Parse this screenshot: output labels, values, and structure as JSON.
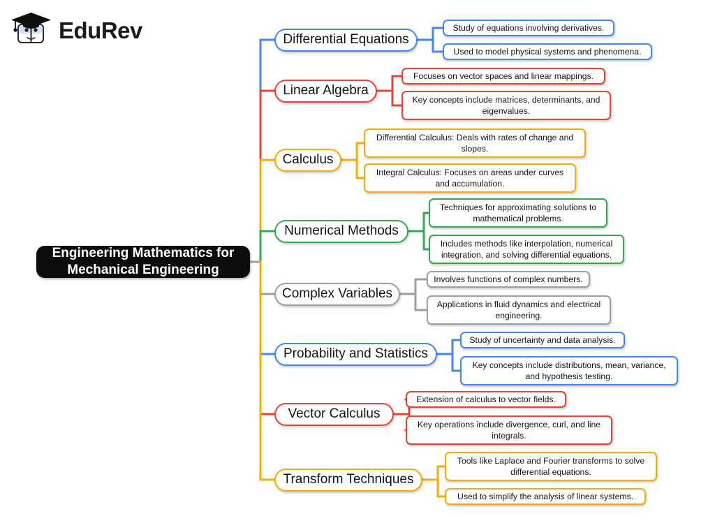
{
  "logo": {
    "text": "EduRev",
    "mark_icon": "graduation-cap-book-icon"
  },
  "colors": {
    "blue": "#4285F4",
    "red": "#EA4335",
    "amber": "#F9AB00",
    "green": "#34A853",
    "gray": "#9AA0A6",
    "root_background": "#0D0D0D",
    "root_text": "#FFFFFF",
    "node_background": "#FFFFFF",
    "node_text": "#141414",
    "page_background": "#FFFFFF"
  },
  "mindmap": {
    "root": {
      "label": "Engineering Mathematics for Mechanical Engineering"
    },
    "branches": [
      {
        "label": "Differential Equations",
        "color": "#4285F4",
        "color_name": "blue",
        "leaves": [
          {
            "text": "Study of equations involving derivatives."
          },
          {
            "text": "Used to model physical systems and phenomena."
          }
        ]
      },
      {
        "label": "Linear Algebra",
        "color": "#EA4335",
        "color_name": "red",
        "leaves": [
          {
            "text": "Focuses on vector spaces and linear mappings."
          },
          {
            "text": "Key concepts include matrices, determinants, and eigenvalues."
          }
        ]
      },
      {
        "label": "Calculus",
        "color": "#F9AB00",
        "color_name": "amber",
        "leaves": [
          {
            "text": "Differential Calculus: Deals with rates of change and slopes."
          },
          {
            "text": "Integral Calculus: Focuses on areas under curves and accumulation."
          }
        ]
      },
      {
        "label": "Numerical Methods",
        "color": "#34A853",
        "color_name": "green",
        "leaves": [
          {
            "text": "Techniques for approximating solutions to mathematical problems."
          },
          {
            "text": "Includes methods like interpolation, numerical integration, and solving differential equations."
          }
        ]
      },
      {
        "label": "Complex Variables",
        "color": "#9AA0A6",
        "color_name": "gray",
        "leaves": [
          {
            "text": "Involves functions of complex numbers."
          },
          {
            "text": "Applications in fluid dynamics and electrical engineering."
          }
        ]
      },
      {
        "label": "Probability and Statistics",
        "color": "#4285F4",
        "color_name": "blue",
        "leaves": [
          {
            "text": "Study of uncertainty and data analysis."
          },
          {
            "text": "Key concepts include distributions, mean, variance, and hypothesis testing."
          }
        ]
      },
      {
        "label": "Vector Calculus",
        "color": "#EA4335",
        "color_name": "red",
        "leaves": [
          {
            "text": "Extension of calculus to vector fields."
          },
          {
            "text": "Key operations include divergence, curl, and line integrals."
          }
        ]
      },
      {
        "label": "Transform Techniques",
        "color": "#F9AB00",
        "color_name": "amber",
        "leaves": [
          {
            "text": "Tools like Laplace and Fourier transforms to solve differential equations."
          },
          {
            "text": "Used to simplify the analysis of linear systems."
          }
        ]
      }
    ]
  }
}
